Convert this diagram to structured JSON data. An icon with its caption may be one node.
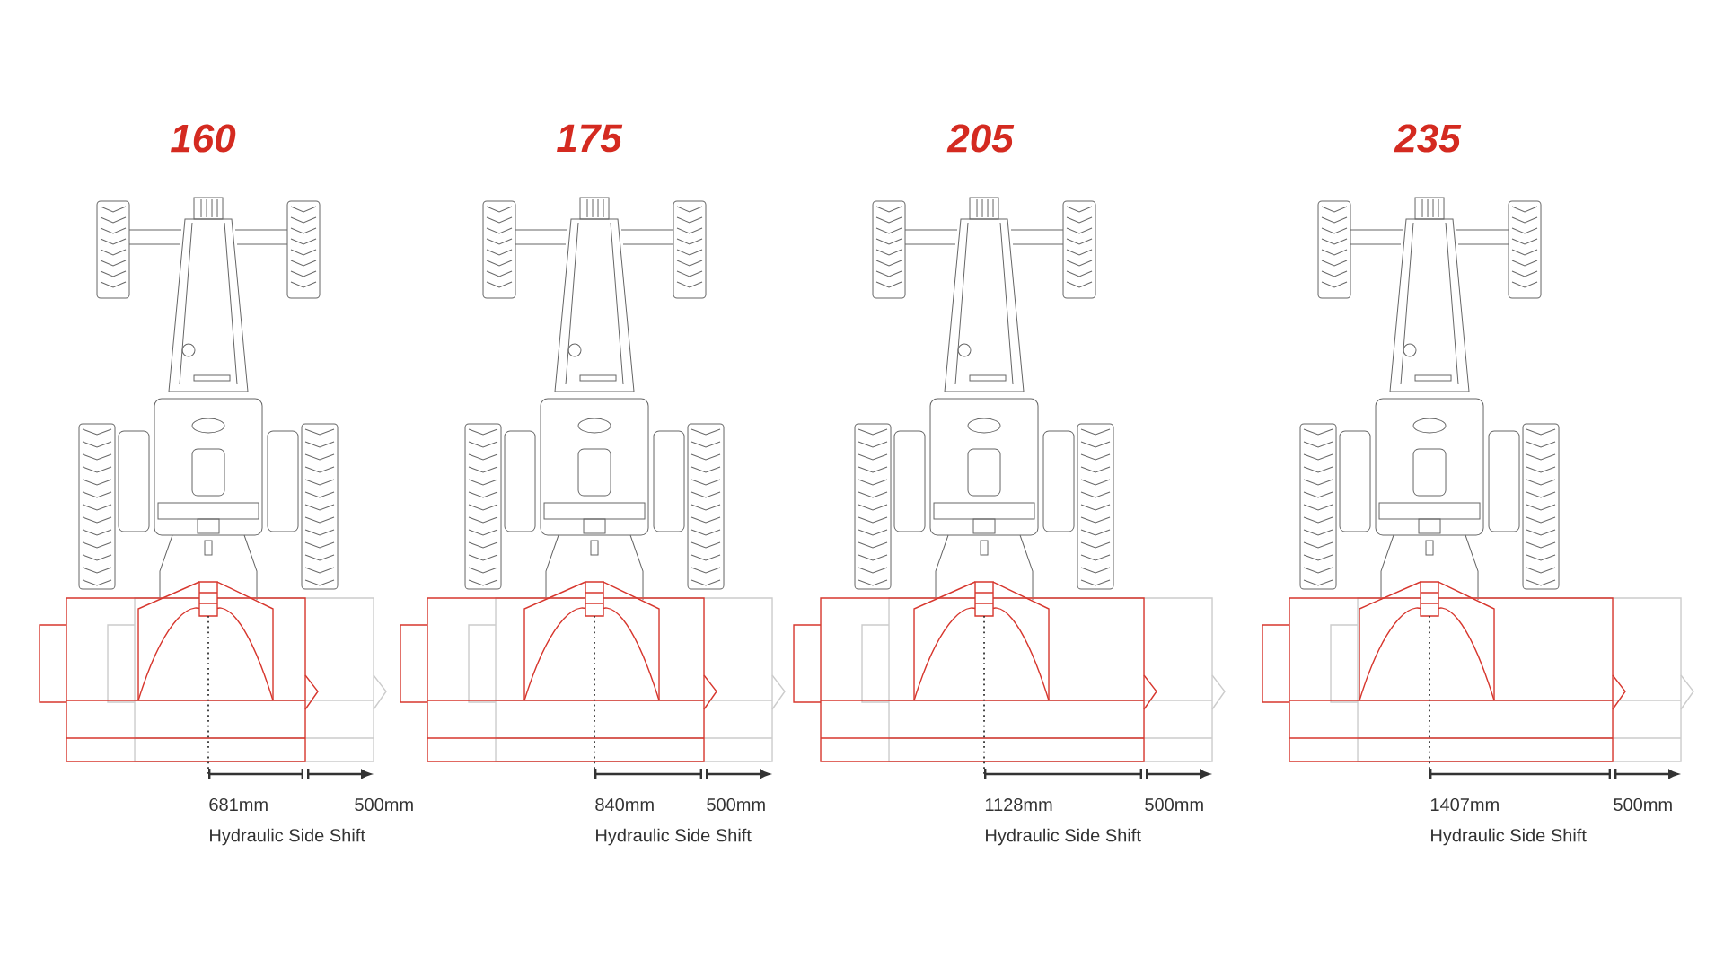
{
  "diagram": {
    "labels": [
      "160",
      "175",
      "205",
      "235",
      "681mm",
      "500mm",
      "840mm",
      "500mm",
      "1128mm",
      "500mm",
      "1407mm",
      "500mm",
      "Hydraulic Side Shift",
      "Hydraulic Side Shift",
      "Hydraulic Side Shift",
      "Hydraulic Side Shift"
    ]
  }
}
